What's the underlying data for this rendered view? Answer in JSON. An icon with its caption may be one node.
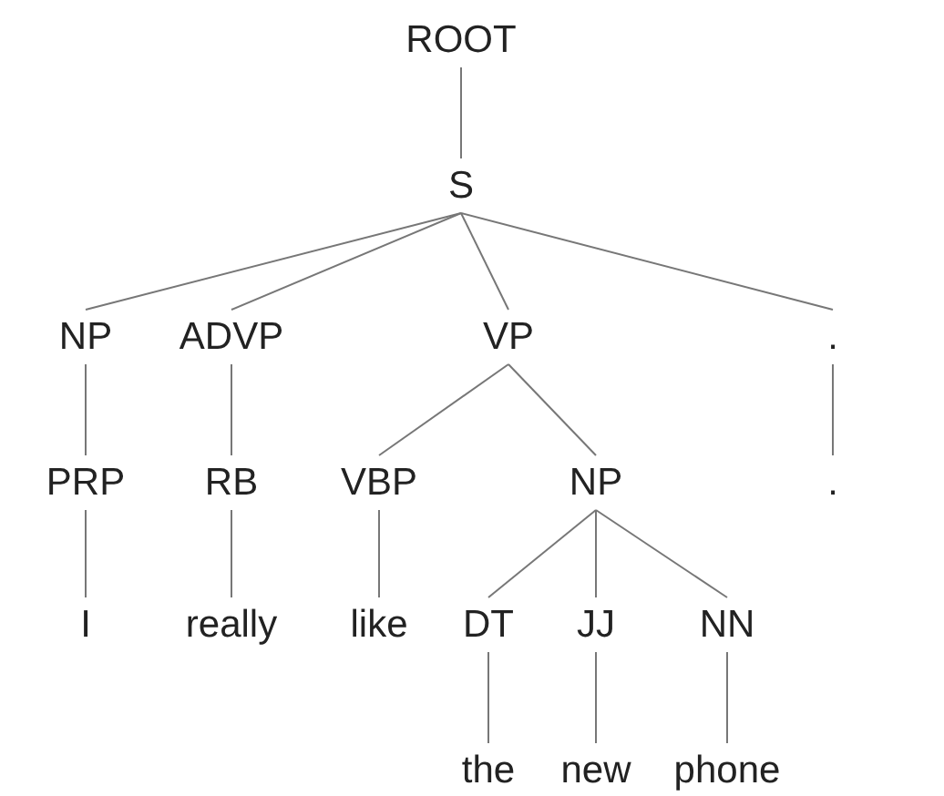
{
  "diagram": {
    "nodes": [
      {
        "text": [
          "ROOT"
        ]
      },
      {
        "text": [
          "S"
        ]
      },
      {
        "text": [
          "NP"
        ]
      },
      {
        "text": [
          "ADVP"
        ]
      },
      {
        "text": [
          "VP"
        ]
      },
      {
        "text": [
          "."
        ]
      },
      {
        "text": [
          "PRP"
        ]
      },
      {
        "text": [
          "RB"
        ]
      },
      {
        "text": [
          "VBP"
        ]
      },
      {
        "text": [
          "NP"
        ]
      },
      {
        "text": [
          "."
        ]
      },
      {
        "text": [
          "I"
        ]
      },
      {
        "text": [
          "really"
        ]
      },
      {
        "text": [
          "like"
        ]
      },
      {
        "text": [
          "DT"
        ]
      },
      {
        "text": [
          "JJ"
        ]
      },
      {
        "text": [
          "NN"
        ]
      },
      {
        "text": [
          "the"
        ]
      },
      {
        "text": [
          "new"
        ]
      },
      {
        "text": [
          "phone"
        ]
      }
    ],
    "edges": [
      {
        "from": 0,
        "to": 1,
        "arrow": "none"
      },
      {
        "from": 1,
        "to": 2,
        "arrow": "none"
      },
      {
        "from": 1,
        "to": 3,
        "arrow": "none"
      },
      {
        "from": 1,
        "to": 4,
        "arrow": "none"
      },
      {
        "from": 1,
        "to": 5,
        "arrow": "none"
      },
      {
        "from": 2,
        "to": 6,
        "arrow": "none"
      },
      {
        "from": 3,
        "to": 7,
        "arrow": "none"
      },
      {
        "from": 4,
        "to": 8,
        "arrow": "none"
      },
      {
        "from": 4,
        "to": 9,
        "arrow": "none"
      },
      {
        "from": 5,
        "to": 10,
        "arrow": "none"
      },
      {
        "from": 6,
        "to": 11,
        "arrow": "none"
      },
      {
        "from": 7,
        "to": 12,
        "arrow": "none"
      },
      {
        "from": 8,
        "to": 13,
        "arrow": "none"
      },
      {
        "from": 9,
        "to": 14,
        "arrow": "none"
      },
      {
        "from": 9,
        "to": 15,
        "arrow": "none"
      },
      {
        "from": 9,
        "to": 16,
        "arrow": "none"
      },
      {
        "from": 14,
        "to": 17,
        "arrow": "none"
      },
      {
        "from": 15,
        "to": 18,
        "arrow": "none"
      },
      {
        "from": 16,
        "to": 19,
        "arrow": "none"
      }
    ]
  }
}
